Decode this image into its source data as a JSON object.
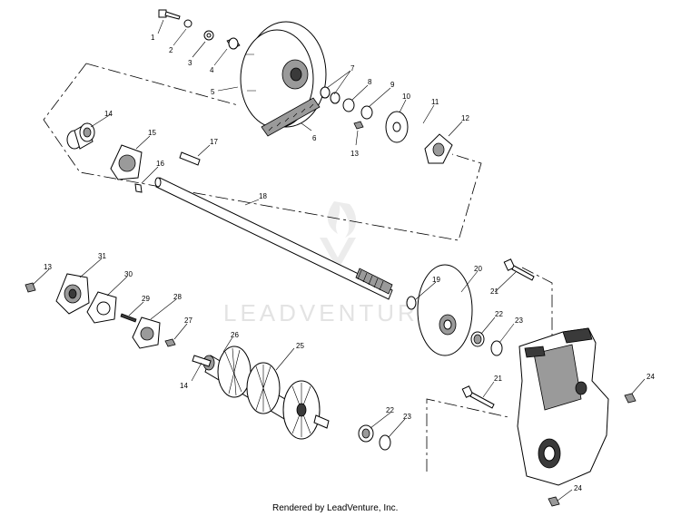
{
  "diagram": {
    "watermark": "LEADVENTURE",
    "credit": "Rendered by LeadVenture, Inc.",
    "callouts": {
      "c1": "1",
      "c2": "2",
      "c3": "3",
      "c4": "4",
      "c5": "5",
      "c6": "6",
      "c7": "7",
      "c8": "8",
      "c9": "9",
      "c10": "10",
      "c11": "11",
      "c12": "12",
      "c13a": "13",
      "c13b": "13",
      "c14a": "14",
      "c14b": "14",
      "c15": "15",
      "c16": "16",
      "c17": "17",
      "c18": "18",
      "c19": "19",
      "c20": "20",
      "c21a": "21",
      "c21b": "21",
      "c22a": "22",
      "c22b": "22",
      "c23a": "23",
      "c23b": "23",
      "c24a": "24",
      "c24b": "24",
      "c25": "25",
      "c26": "26",
      "c27": "27",
      "c28": "28",
      "c29": "29",
      "c30": "30",
      "c31": "31"
    }
  }
}
